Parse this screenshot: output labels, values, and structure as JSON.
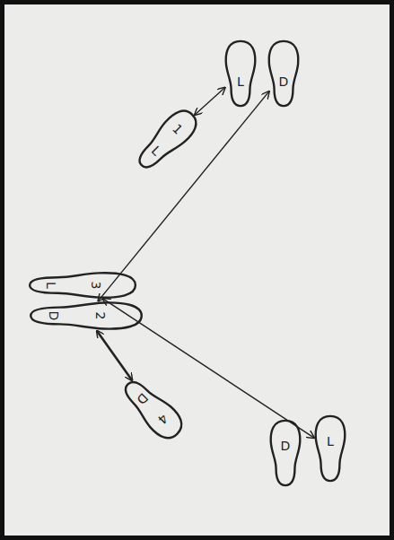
{
  "diagram": {
    "nodes": [
      {
        "text": [
          "L"
        ]
      },
      {
        "text": [
          "D"
        ]
      },
      {
        "text": [
          "1",
          "L"
        ]
      },
      {
        "text": [
          "L",
          "3"
        ]
      },
      {
        "text": [
          "D",
          "2"
        ]
      },
      {
        "text": [
          "D",
          "4"
        ]
      },
      {
        "text": [
          "D"
        ]
      },
      {
        "text": [
          "L"
        ]
      }
    ],
    "edges": [
      {
        "from": 2,
        "to": 0,
        "arrow": "both"
      },
      {
        "from": 4,
        "to": 1,
        "arrow": "both"
      },
      {
        "from": 3,
        "to": 7,
        "arrow": "both"
      },
      {
        "from": 4,
        "to": 5,
        "arrow": "both"
      }
    ]
  }
}
